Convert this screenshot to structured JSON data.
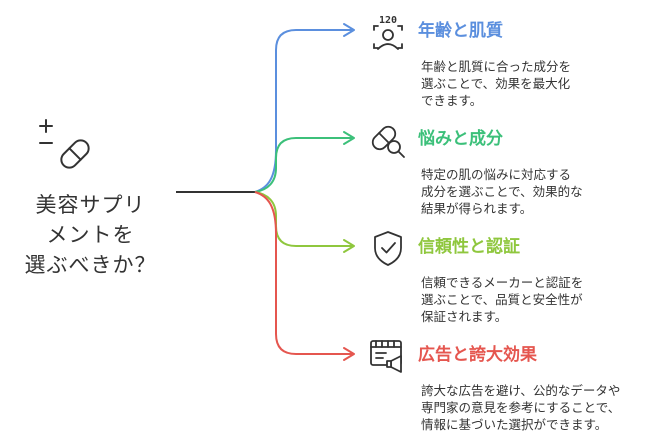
{
  "central": {
    "lines": [
      "美容サプリ",
      "メントを",
      "選ぶべきか？"
    ]
  },
  "branches": [
    {
      "title": "年齢と肌質",
      "color": "#5b8fde",
      "icon": "age-face-icon",
      "icon_text": "120",
      "desc": [
        "年齢と肌質に合った成分を",
        "選ぶことで、効果を最大化",
        "できます。"
      ]
    },
    {
      "title": "悩みと成分",
      "color": "#3cc07a",
      "icon": "pill-search-icon",
      "desc": [
        "特定の肌の悩みに対応する",
        "成分を選ぶことで、効果的な",
        "結果が得られます。"
      ]
    },
    {
      "title": "信頼性と認証",
      "color": "#8fc73e",
      "icon": "shield-check-icon",
      "desc": [
        "信頼できるメーカーと認証を",
        "選ぶことで、品質と安全性が",
        "保証されます。"
      ]
    },
    {
      "title": "広告と誇大効果",
      "color": "#e5564f",
      "icon": "billboard-megaphone-icon",
      "desc": [
        "誇大な広告を避け、公的なデータや",
        "専門家の意見を参考にすることで、",
        "情報に基づいた選択ができます。"
      ]
    }
  ],
  "colors": {
    "trunk": "#333333",
    "text": "#333333",
    "icon": "#333333"
  }
}
